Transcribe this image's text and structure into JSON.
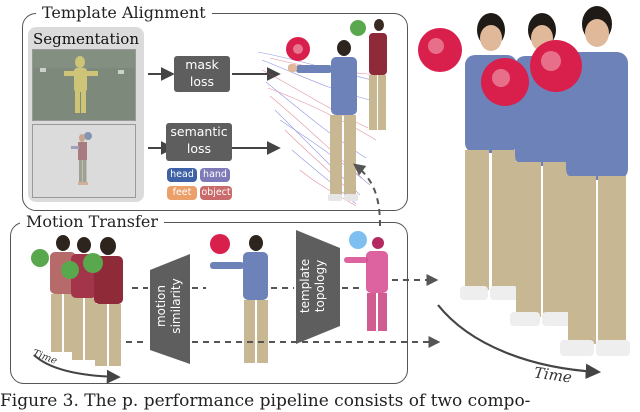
{
  "panels": {
    "template_alignment": {
      "title": "Template Alignment"
    },
    "motion_transfer": {
      "title": "Motion Transfer"
    }
  },
  "segmentation": {
    "title": "Segmentation"
  },
  "losses": {
    "mask": [
      "mask",
      "loss"
    ],
    "semantic": [
      "semantic",
      "loss"
    ]
  },
  "tags": [
    {
      "label": "head",
      "color": "#3f62a6"
    },
    {
      "label": "hand",
      "color": "#7e7ab8"
    },
    {
      "label": "feet",
      "color": "#eba06a"
    },
    {
      "label": "object",
      "color": "#c96b6b"
    }
  ],
  "blocks": {
    "motion_similarity": [
      "motion",
      "similarity"
    ],
    "template_topology": [
      "template",
      "topology"
    ]
  },
  "time_labels": {
    "small": "Time",
    "large": "Time"
  },
  "caption": "Figure 3.   The p. performance pipeline consists of two compo-",
  "colors": {
    "shirt_blue": "#6d82b8",
    "shirt_red": "#8f2a38",
    "pants_khaki": "#c7b893",
    "ball_red": "#d91f4b",
    "ball_green": "#5aa84d",
    "block_gray": "#5e5e5e"
  }
}
